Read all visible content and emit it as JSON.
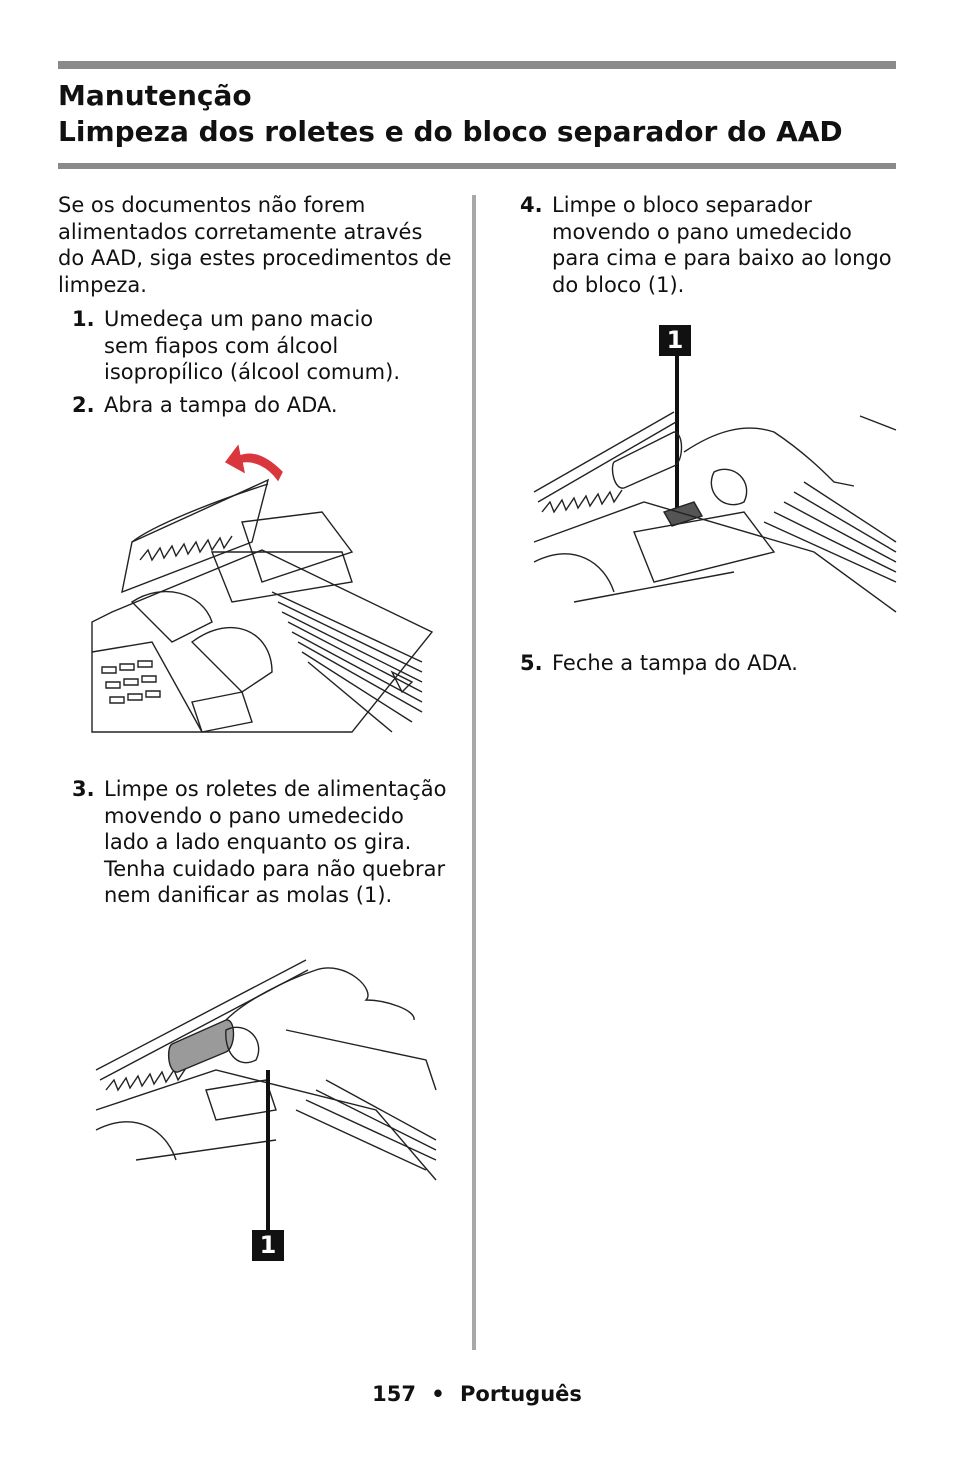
{
  "header": {
    "section_title": "Manutenção",
    "page_title": "Limpeza dos roletes e do bloco separador do AAD"
  },
  "intro": "Se os documentos não forem alimentados corretamente através do AAD, siga estes procedimentos de limpeza.",
  "steps": [
    {
      "number": "1.",
      "text": "Umedeça um pano macio sem fiapos com álcool isopropílico (álcool comum)."
    },
    {
      "number": "2.",
      "text": "Abra a tampa do ADA."
    },
    {
      "number": "3.",
      "text": "Limpe os roletes de alimentação movendo o pano umedecido lado a lado enquanto os gira. Tenha cuidado para não quebrar nem danificar as molas (1)."
    },
    {
      "number": "4.",
      "text": "Limpe o bloco separador movendo o pano umedecido para cima e para baixo ao longo do bloco (1)."
    },
    {
      "number": "5.",
      "text": "Feche a tampa do ADA."
    }
  ],
  "callouts": {
    "rollers": "1",
    "separator_pad": "1"
  },
  "footer": {
    "page_number": "157",
    "bullet": "•",
    "language": "Português"
  },
  "colors": {
    "rule": "#8a8a8a",
    "arrow": "#d9363e",
    "roller": "#9a9a9a"
  }
}
